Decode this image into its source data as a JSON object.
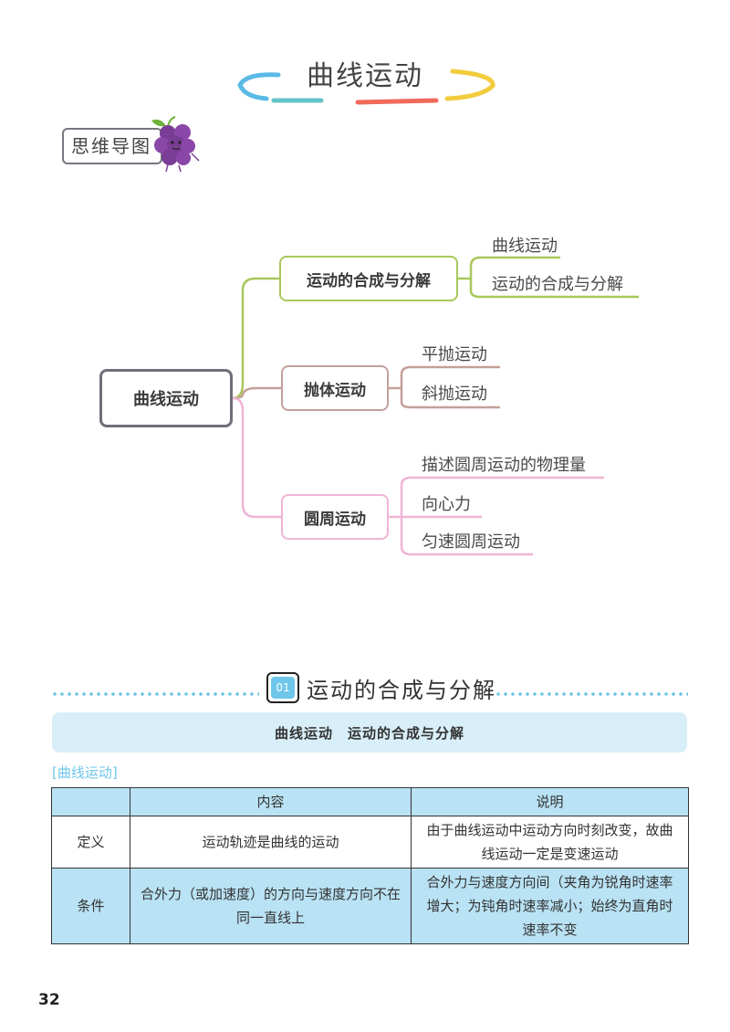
{
  "header": {
    "title": "曲线运动",
    "accent_colors": [
      "#5bb9e6",
      "#66c4c9",
      "#f06a5a",
      "#f2cc3d"
    ]
  },
  "mindmap_badge": {
    "label": "思维导图",
    "icon": "grape-icon"
  },
  "mindmap": {
    "root": "曲线运动",
    "branches": [
      {
        "label": "运动的合成与分解",
        "color": "#a8c85a",
        "leaves": [
          "曲线运动",
          "运动的合成与分解"
        ]
      },
      {
        "label": "抛体运动",
        "color": "#c4a099",
        "leaves": [
          "平抛运动",
          "斜抛运动"
        ]
      },
      {
        "label": "圆周运动",
        "color": "#f0b4d6",
        "leaves": [
          "描述圆周运动的物理量",
          "向心力",
          "匀速圆周运动"
        ]
      }
    ]
  },
  "section": {
    "number": "01",
    "title": "运动的合成与分解",
    "subtitle": "曲线运动　运动的合成与分解"
  },
  "tag": "[曲线运动]",
  "table": {
    "headers": [
      "",
      "内容",
      "说明"
    ],
    "rows": [
      [
        "定义",
        "运动轨迹是曲线的运动",
        "由于曲线运动中运动方向时刻改变，故曲线运动一定是变速运动"
      ],
      [
        "条件",
        "合外力（或加速度）的方向与速度方向不在同一直线上",
        "合外力与速度方向间（夹角为锐角时速率增大；为钝角时速率减小；始终为直角时速率不变"
      ]
    ]
  },
  "page_number": "32"
}
